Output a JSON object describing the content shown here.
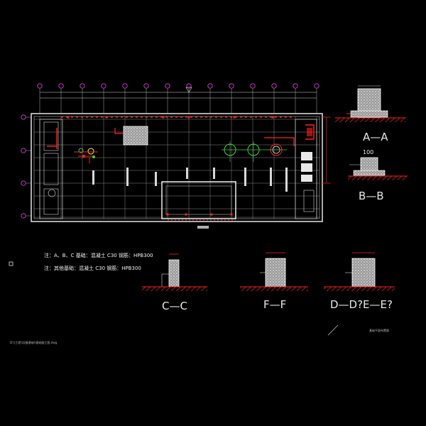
{
  "drawing": {
    "section_labels": {
      "aa": "A—A",
      "bb": "B—B",
      "cc": "C—C",
      "ff": "F—F",
      "dee": "D—D?E—E?"
    },
    "dim_100": "100",
    "notes": {
      "note1": "注：A、B、C 基础：混凝土 C30  钢筋：HPB300",
      "note2": "注：其他基础：混凝土 C30  钢筋：HPB300"
    },
    "title_block": "基础平面布置图",
    "footer_path": "D:\\\\工程\\\\设备基础\\\\基础施工图.dwg"
  },
  "colors": {
    "background": "#000000",
    "grid_line": "#8a8a8a",
    "outline": "#d8d8d8",
    "red": "#ff2020",
    "magenta": "#d040d0",
    "green": "#40d040",
    "white": "#ffffff",
    "concrete": "#cfcfcf"
  }
}
